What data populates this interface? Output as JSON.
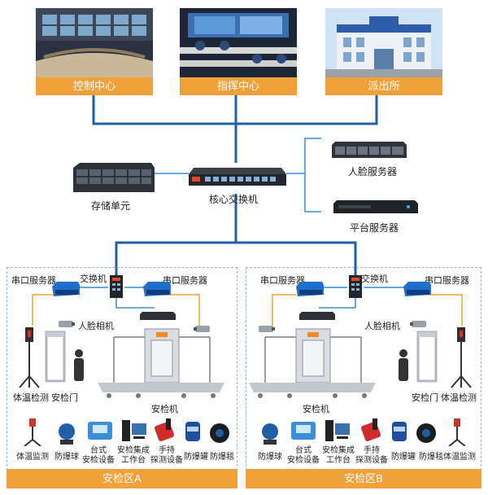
{
  "top": {
    "control_center": "控制中心",
    "command_center": "指挥中心",
    "police_station": "派出所"
  },
  "core": {
    "switch": "核心交换机",
    "storage": "存储单元",
    "face_server": "人脸服务器",
    "platform_server": "平台服务器"
  },
  "zone_a": {
    "title": "安检区A",
    "serial_server_left": "串口服务器",
    "switch": "交换机",
    "serial_server_right": "串口服务器",
    "face_camera": "人脸相机",
    "temp_detect": "体温检测",
    "security_gate": "安检门",
    "xray": "安检机",
    "devices": [
      "体温监测",
      "防爆球",
      "台式\n安检设备",
      "安检集成\n工作台",
      "手持\n探测设备",
      "防爆罐",
      "防爆毯"
    ]
  },
  "zone_b": {
    "title": "安检区B",
    "serial_server_left": "串口服务器",
    "switch": "交换机",
    "serial_server_right": "串口服务器",
    "face_camera": "人脸相机",
    "temp_detect": "体温检测",
    "security_gate": "安检门",
    "xray": "安检机",
    "devices": [
      "防爆球",
      "台式\n安检设备",
      "安检集成\n工作台",
      "手持\n探测设备",
      "防爆罐",
      "防爆毯",
      "体温监测"
    ]
  },
  "colors": {
    "link_blue": "#1f5fa8",
    "accent_orange": "#f0a13a",
    "dashed_border": "#8fb4d6"
  }
}
